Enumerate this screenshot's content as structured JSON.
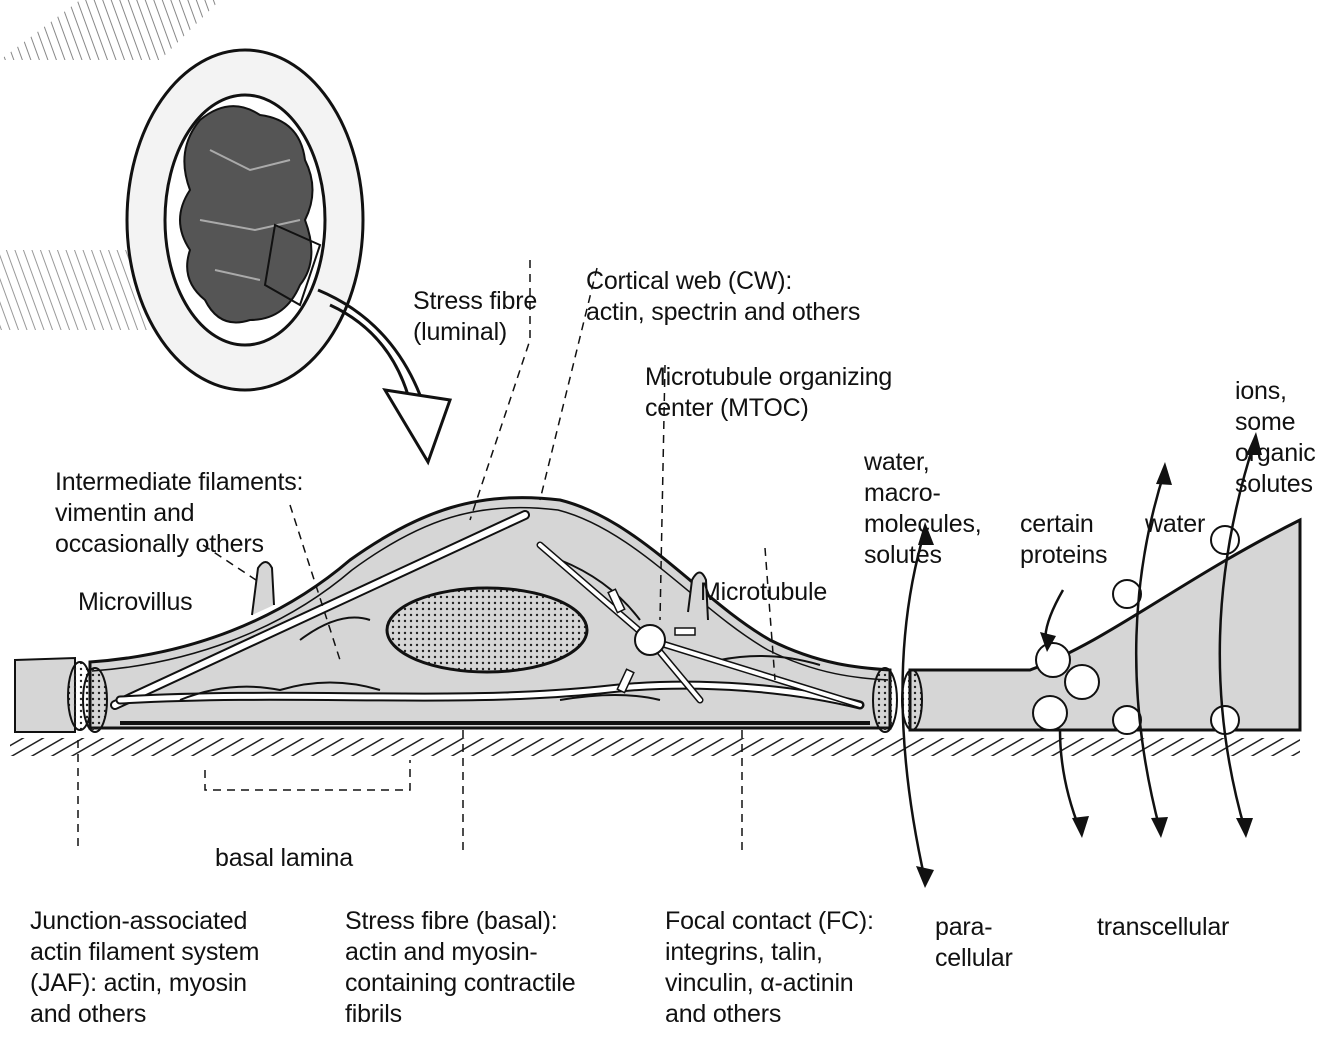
{
  "labels": {
    "stress_luminal": [
      "Stress fibre",
      "(luminal)"
    ],
    "cortical_web": [
      "Cortical web (CW):",
      "actin, spectrin and others"
    ],
    "mtoc": [
      "Microtubule organizing",
      "center (MTOC)"
    ],
    "intermediate": [
      "Intermediate filaments:",
      "vimentin and",
      "occasionally others"
    ],
    "microvillus": [
      "Microvillus"
    ],
    "microtubule": [
      "Microtubule"
    ],
    "water_macro": [
      "water,",
      "macro-",
      "molecules,",
      "solutes"
    ],
    "certain_proteins": [
      "certain",
      "proteins"
    ],
    "water": [
      "water"
    ],
    "ions": [
      "ions,",
      "some",
      "organic",
      "solutes"
    ],
    "basal_lamina": [
      "basal lamina"
    ],
    "jaf": [
      "Junction-associated",
      "actin filament system",
      "(JAF): actin, myosin",
      "and others"
    ],
    "stress_basal": [
      "Stress fibre (basal):",
      "actin and myosin-",
      "containing contractile",
      "fibrils"
    ],
    "focal_contact": [
      "Focal contact (FC):",
      "integrins, talin,",
      "vinculin, α-actinin",
      "and others"
    ],
    "paracellular": [
      "para-",
      "cellular"
    ],
    "transcellular": [
      "transcellular"
    ]
  },
  "colors": {
    "ink": "#111111",
    "cytoplasm": "#d6d6d6",
    "nucleus": "#bdbdbd",
    "vessel": "#cfcfcf"
  },
  "icons": [
    "vessel-cross-section",
    "curved-arrow",
    "bidirectional-arrow",
    "transport-vesicle"
  ]
}
